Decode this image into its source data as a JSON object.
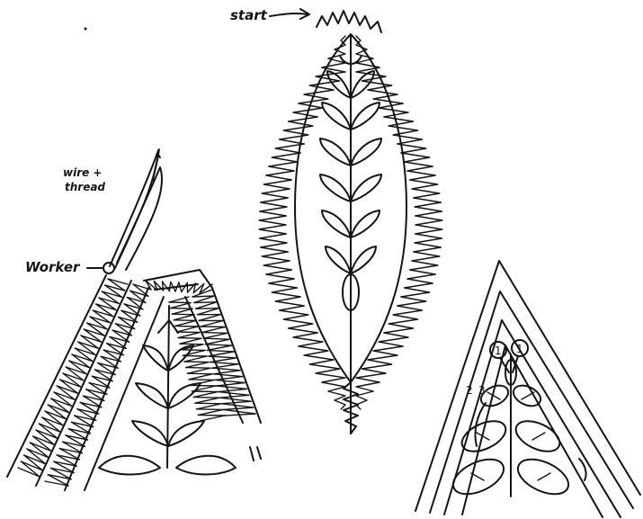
{
  "labels": {
    "start": "start",
    "worker": "Worker",
    "wire_line1": "wire +",
    "wire_line2": "thread"
  },
  "step_numbers": {
    "one_left": "1",
    "one_right": "1",
    "two": "2",
    "three": "3"
  }
}
